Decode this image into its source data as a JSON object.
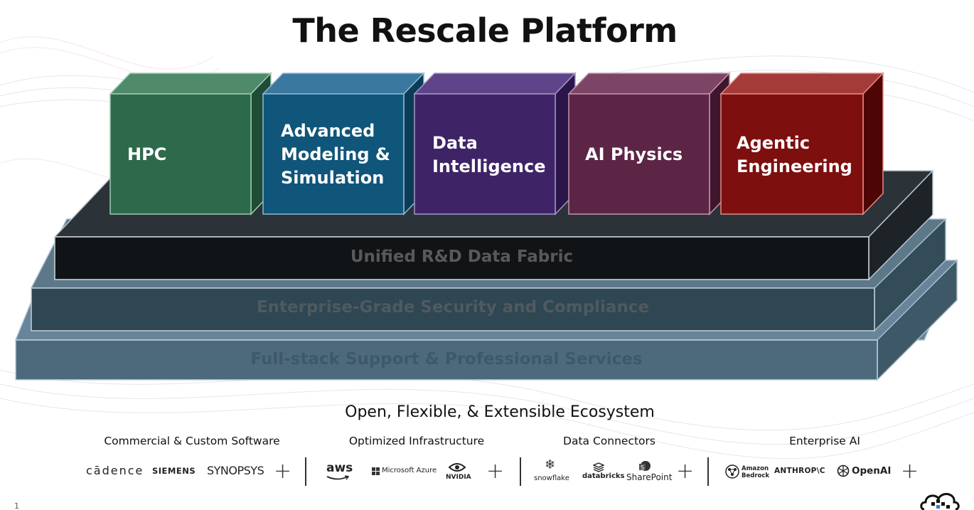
{
  "title": "The Rescale Platform",
  "platform_layers": [
    {
      "label": "Unified R&D Data Fabric",
      "color": "#595959"
    },
    {
      "label": "Enterprise-Grade Security and Compliance",
      "color": "#4e5a61"
    },
    {
      "label": "Full-stack Support & Professional Services",
      "color": "#3d5869"
    }
  ],
  "capability_cubes": [
    {
      "label_lines": [
        "HPC"
      ],
      "color": "#2d6a4c"
    },
    {
      "label_lines": [
        "Advanced",
        "Modeling &",
        "Simulation"
      ],
      "color": "#10557a"
    },
    {
      "label_lines": [
        "Data",
        "Intelligence"
      ],
      "color": "#3e2466"
    },
    {
      "label_lines": [
        "AI Physics"
      ],
      "color": "#5c2545"
    },
    {
      "label_lines": [
        "Agentic",
        "Engineering"
      ],
      "color": "#7e0f0f"
    }
  ],
  "ecosystem": {
    "title": "Open, Flexible, & Extensible Ecosystem",
    "groups": [
      {
        "title": "Commercial & Custom Software",
        "logos": [
          "cādence",
          "SIEMENS",
          "SYNOPSYS"
        ],
        "more": "+"
      },
      {
        "title": "Optimized Infrastructure",
        "logos": [
          "aws",
          "Microsoft Azure",
          "NVIDIA"
        ],
        "more": "+"
      },
      {
        "title": "Data Connectors",
        "logos": [
          "snowflake",
          "databricks",
          "SharePoint"
        ],
        "more": "+"
      },
      {
        "title": "Enterprise AI",
        "logos": [
          "Amazon",
          "Bedrock",
          "ANTHROP\\C",
          "OpenAI"
        ],
        "more": "+"
      }
    ]
  },
  "page_number": "1"
}
